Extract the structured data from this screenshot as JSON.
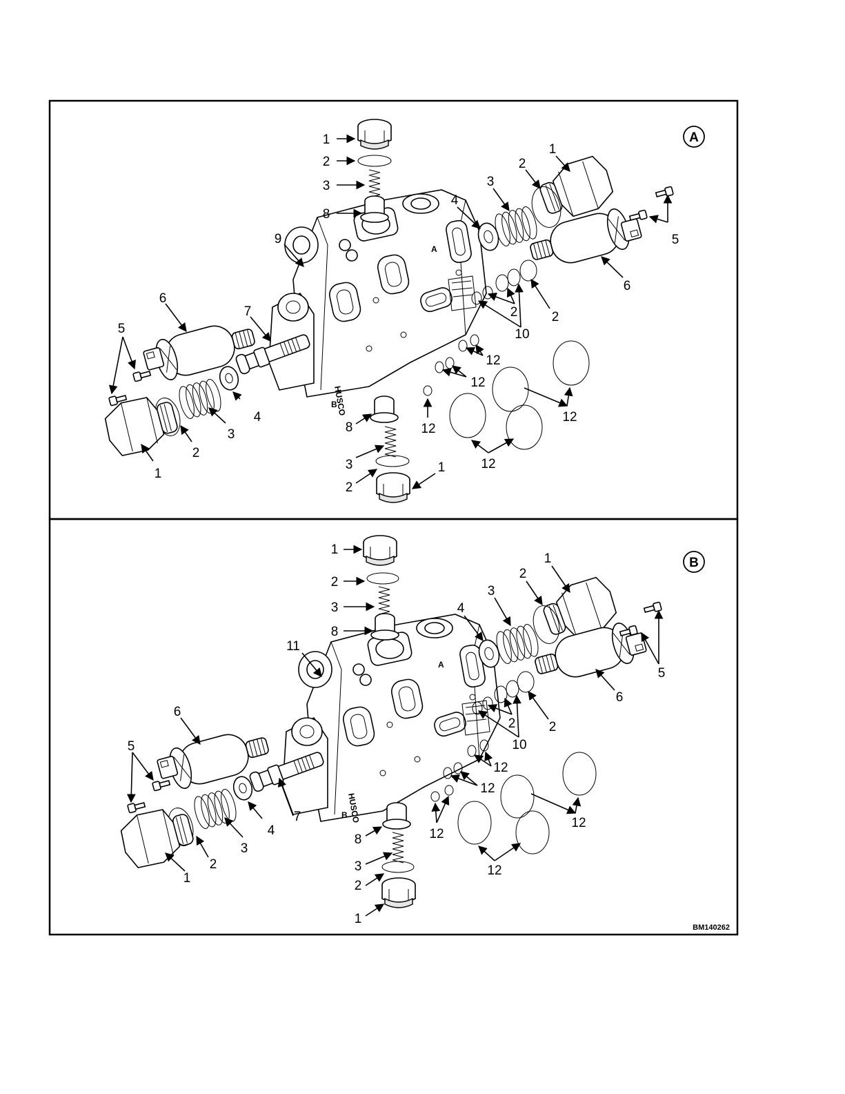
{
  "figure": {
    "id": "BM140262",
    "panels": [
      {
        "letter": "A",
        "emboss_brand": "HUSCO",
        "emboss_port": "A",
        "emboss_port_b": "B",
        "callouts": [
          "1",
          "2",
          "3",
          "8",
          "9",
          "4",
          "3",
          "2",
          "1",
          "5",
          "6",
          "6",
          "7",
          "5",
          "2",
          "2",
          "10",
          "12",
          "12",
          "4",
          "3",
          "2",
          "1",
          "8",
          "12",
          "12",
          "12",
          "3",
          "2",
          "1"
        ]
      },
      {
        "letter": "B",
        "emboss_brand": "HUSCO",
        "emboss_port": "A",
        "emboss_port_b": "B",
        "callouts": [
          "1",
          "2",
          "3",
          "8",
          "11",
          "4",
          "3",
          "2",
          "1",
          "5",
          "6",
          "6",
          "5",
          "7",
          "2",
          "2",
          "10",
          "12",
          "12",
          "4",
          "3",
          "2",
          "1",
          "8",
          "12",
          "12",
          "12",
          "3",
          "2",
          "1"
        ]
      }
    ]
  }
}
